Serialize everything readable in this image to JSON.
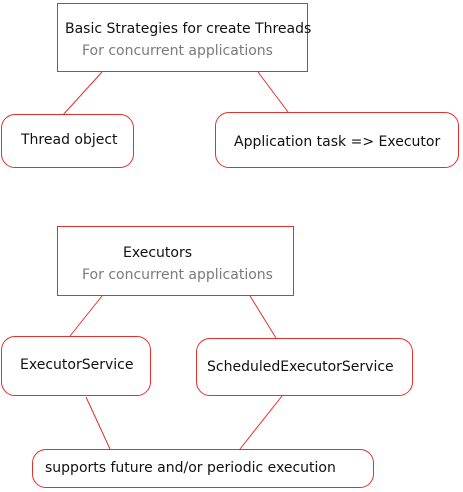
{
  "colors": {
    "border": "#e2302e",
    "text": "#111111",
    "subtext": "#7a7a7a"
  },
  "diagram1": {
    "root": {
      "title": "Basic Strategies for create Threads",
      "subtitle": "For concurrent applications"
    },
    "children": [
      "Thread object",
      "Application task => Executor"
    ]
  },
  "diagram2": {
    "root": {
      "title": "Executors",
      "subtitle": "For concurrent applications"
    },
    "children": [
      "ExecutorService",
      "ScheduledExecutorService"
    ],
    "leaf": "supports future and/or periodic execution"
  }
}
